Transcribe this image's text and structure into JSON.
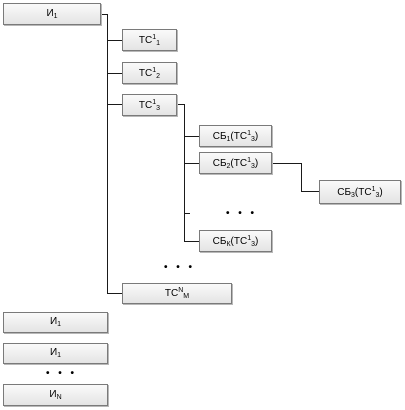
{
  "nodes": {
    "i1_top": {
      "base": "И",
      "sub": "1",
      "sup": ""
    },
    "ts1": {
      "base": "ТС",
      "sup": "1",
      "sub": "1"
    },
    "ts2": {
      "base": "ТС",
      "sup": "1",
      "sub": "2"
    },
    "ts3": {
      "base": "ТС",
      "sup": "1",
      "sub": "3"
    },
    "sb1": {
      "base": "СБ",
      "sub": "1",
      "inner_base": "ТС",
      "inner_sup": "1",
      "inner_sub": "3"
    },
    "sb2": {
      "base": "СБ",
      "sub": "2",
      "inner_base": "ТС",
      "inner_sup": "1",
      "inner_sub": "3"
    },
    "sb3": {
      "base": "СБ",
      "sub": "3",
      "inner_base": "ТС",
      "inner_sup": "1",
      "inner_sub": "3"
    },
    "sbk": {
      "base": "СБ",
      "sub": "К",
      "inner_base": "ТС",
      "inner_sup": "1",
      "inner_sub": "3"
    },
    "tsnm": {
      "base": "ТС",
      "sup": "N",
      "sub": "М"
    },
    "i1_a": {
      "base": "И",
      "sub": "1"
    },
    "i1_b": {
      "base": "И",
      "sub": "1"
    },
    "in": {
      "base": "И",
      "sub": "N"
    }
  },
  "ellipsis": "• • •"
}
